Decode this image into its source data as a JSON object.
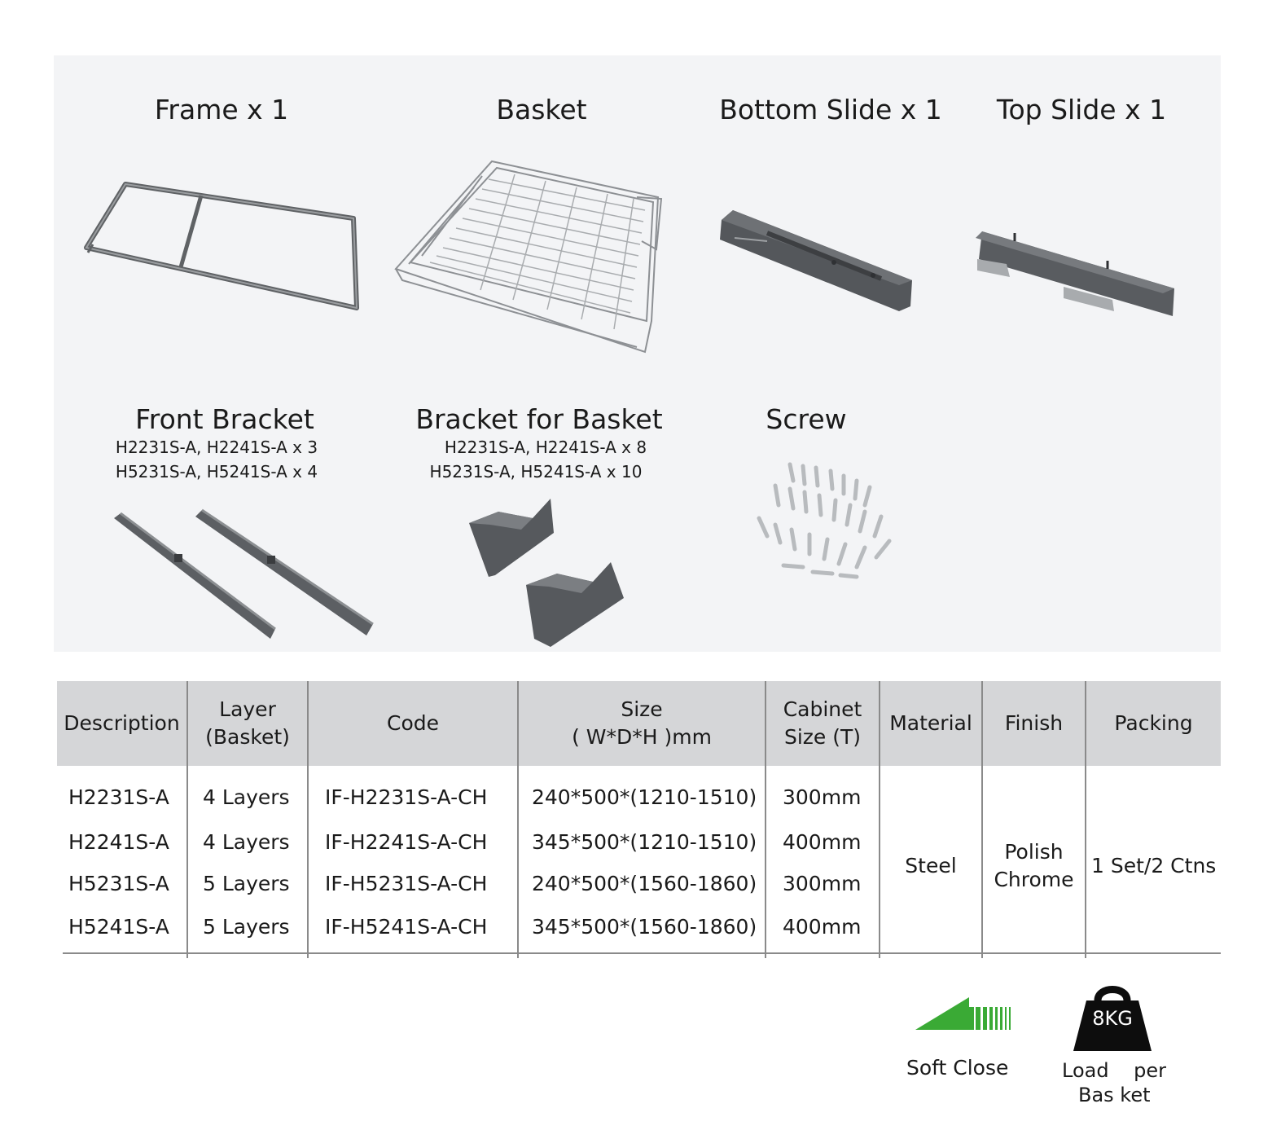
{
  "parts": {
    "frame": {
      "title": "Frame x 1"
    },
    "basket": {
      "title": "Basket"
    },
    "bottom_slide": {
      "title": "Bottom Slide x 1"
    },
    "top_slide": {
      "title": "Top Slide x 1"
    },
    "front_bracket": {
      "title": "Front Bracket",
      "line1": "H2231S-A, H2241S-A x 3",
      "line2": "H5231S-A, H5241S-A x 4"
    },
    "bracket_basket": {
      "title": "Bracket for Basket",
      "line1": "H2231S-A, H2241S-A x 8",
      "line2": "H5231S-A, H5241S-A x 10"
    },
    "screw": {
      "title": "Screw"
    }
  },
  "table": {
    "headers": {
      "description": "Description",
      "layer_1": "Layer",
      "layer_2": "(Basket)",
      "code": "Code",
      "size_1": "Size",
      "size_2": "( W*D*H )mm",
      "cabinet_1": "Cabinet",
      "cabinet_2": "Size  (T)",
      "material": "Material",
      "finish": "Finish",
      "packing": "Packing"
    },
    "rows": [
      {
        "description": "H2231S-A",
        "layer": "4 Layers",
        "code": "IF-H2231S-A-CH",
        "size": "240*500*(1210-1510)",
        "cabinet": "300mm"
      },
      {
        "description": "H2241S-A",
        "layer": "4 Layers",
        "code": "IF-H2241S-A-CH",
        "size": "345*500*(1210-1510)",
        "cabinet": "400mm"
      },
      {
        "description": "H5231S-A",
        "layer": "5 Layers",
        "code": "IF-H5231S-A-CH",
        "size": "240*500*(1560-1860)",
        "cabinet": "300mm"
      },
      {
        "description": "H5241S-A",
        "layer": "5 Layers",
        "code": "IF-H5241S-A-CH",
        "size": "345*500*(1560-1860)",
        "cabinet": "400mm"
      }
    ],
    "material": "Steel",
    "finish_1": "Polish",
    "finish_2": "Chrome",
    "packing": "1 Set/2 Ctns"
  },
  "features": {
    "soft_close": {
      "label": "Soft Close",
      "icon": "soft-close-arrow-icon",
      "color": "#3aaa35"
    },
    "load": {
      "weight": "8KG",
      "label_1": "Load    per",
      "label_2": "Bas ket",
      "icon": "weight-icon"
    }
  }
}
